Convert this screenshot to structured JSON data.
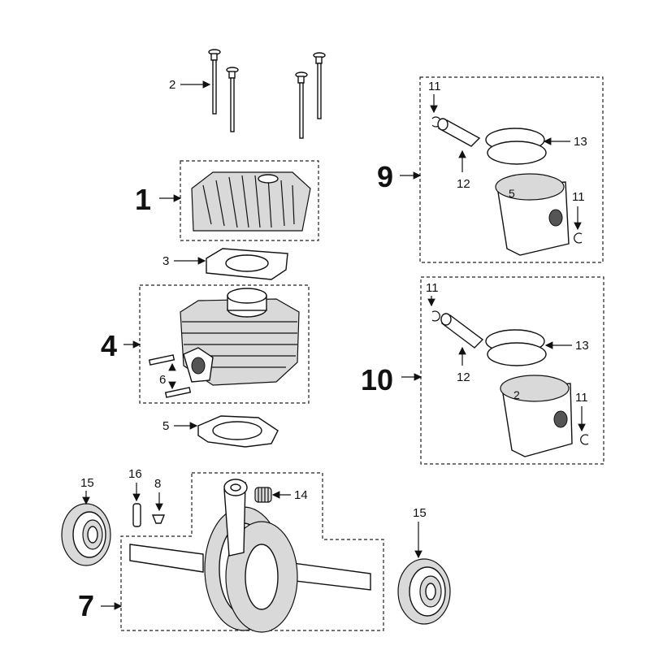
{
  "callouts": {
    "c1": "1",
    "c2": "2",
    "c3": "3",
    "c4": "4",
    "c5": "5",
    "c6": "6",
    "c7": "7",
    "c8": "8",
    "c9": "9",
    "c10": "10",
    "c11a": "11",
    "c11b": "11",
    "c11c": "11",
    "c11d": "11",
    "c12a": "12",
    "c12b": "12",
    "c13a": "13",
    "c13b": "13",
    "c14": "14",
    "c15a": "15",
    "c15b": "15",
    "c16": "16"
  },
  "piston_marks": {
    "p9": "5",
    "p10": "2"
  },
  "colors": {
    "line": "#111111",
    "background": "#ffffff",
    "shade": "#d9d9d9"
  }
}
